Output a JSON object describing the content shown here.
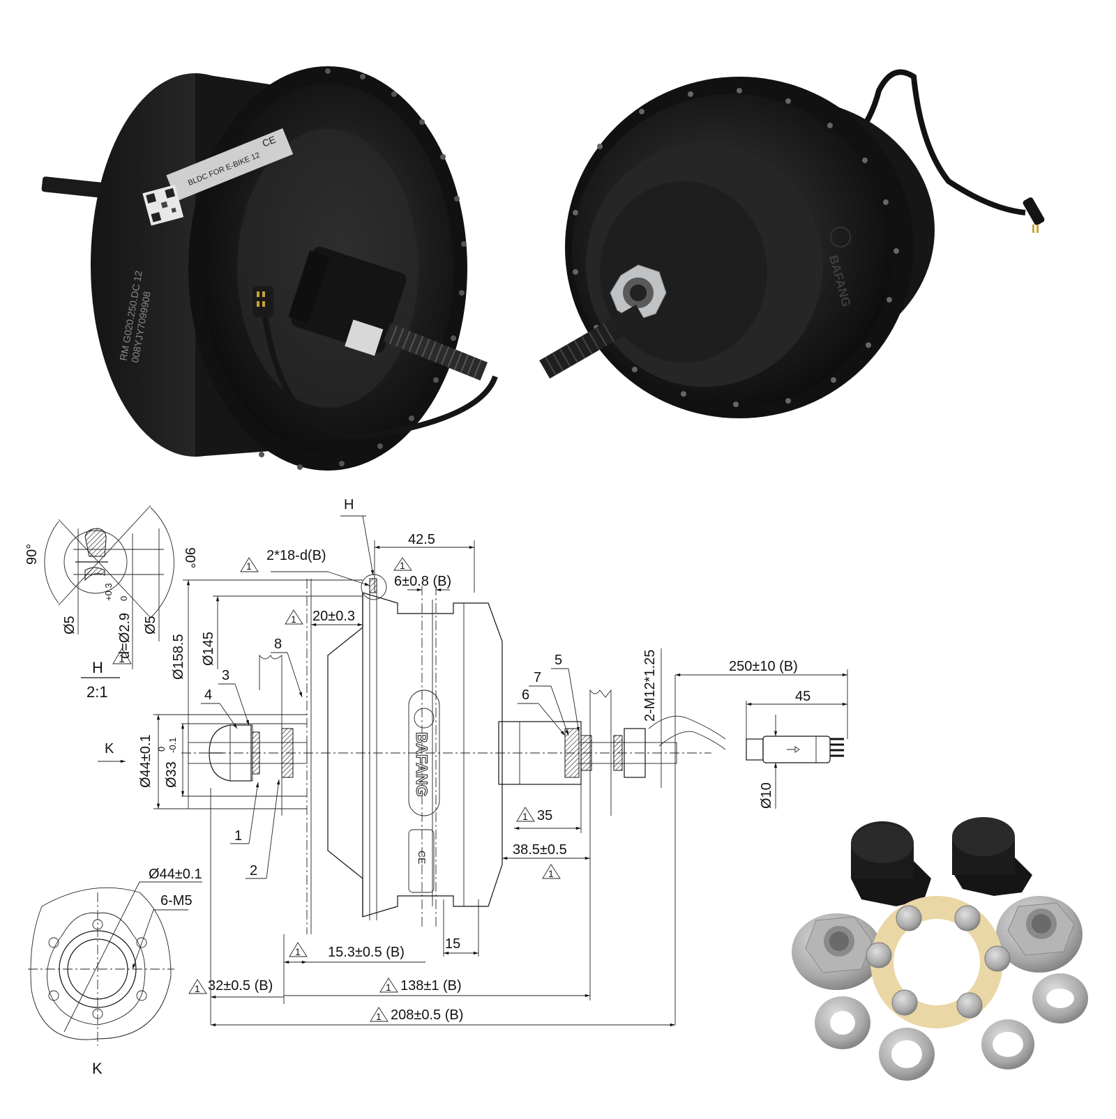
{
  "product": {
    "brand": "BAFANG",
    "description": "Rear hub motor with cassette, cable and mounting accessories",
    "motor_label": {
      "model_line1": "RM G020.250.DC 12",
      "model_line2": "008YJY7099908",
      "sticker_text": "BLDC FOR E-BIKE 12",
      "ce_mark": "CE"
    },
    "photos": [
      {
        "name": "motor-photo-left",
        "caption": "Hub motor, cassette side with connector cable"
      },
      {
        "name": "motor-photo-right",
        "caption": "Hub motor, disc side with 6-bolt rotor mount and cable"
      },
      {
        "name": "accessories-photo",
        "caption": "2 axle caps, 2 flange nuts, 4 washers, 6-bolt disc ring with 6 screws"
      }
    ]
  },
  "drawing": {
    "detail_view": {
      "title": "H",
      "scale": "2:1",
      "angle_left": "90°",
      "angle_right": "90°",
      "dia_left": "Ø5",
      "dia_right": "Ø5",
      "hole_dia": "d=Ø2.9",
      "hole_tol_upper": "+0.3",
      "hole_tol_lower": "0",
      "rev_mark": "1"
    },
    "main_view": {
      "detail_marker": "H",
      "spoke_holes": "2*18-d(B)",
      "dim_42_5": "42.5",
      "dim_6": "6±0.8 (B)",
      "dim_20": "20±0.3",
      "dia_158_5": "Ø158.5",
      "dia_145": "Ø145",
      "dia_44": "Ø44±0.1",
      "dia_33": "Ø33",
      "dia_33_tol_upper": "0",
      "dia_33_tol_lower": "-0.1",
      "view_arrow": "K",
      "thread": "2-M12*1.25",
      "cable_len": "250±10 (B)",
      "connector_len": "45",
      "connector_dia": "Ø10",
      "dim_35": "35",
      "dim_38_5": "38.5±0.5",
      "dim_15_3": "15.3±0.5 (B)",
      "dim_15": "15",
      "dim_32": "32±0.5 (B)",
      "dim_138": "138±1 (B)",
      "dim_208": "208±0.5 (B)",
      "brand_on_shell": "BAFANG",
      "rev_mark": "1"
    },
    "callouts": [
      "1",
      "2",
      "3",
      "4",
      "5",
      "6",
      "7",
      "8"
    ],
    "flange_view": {
      "title": "K",
      "dia": "Ø44±0.1",
      "bolts": "6-M5"
    }
  }
}
